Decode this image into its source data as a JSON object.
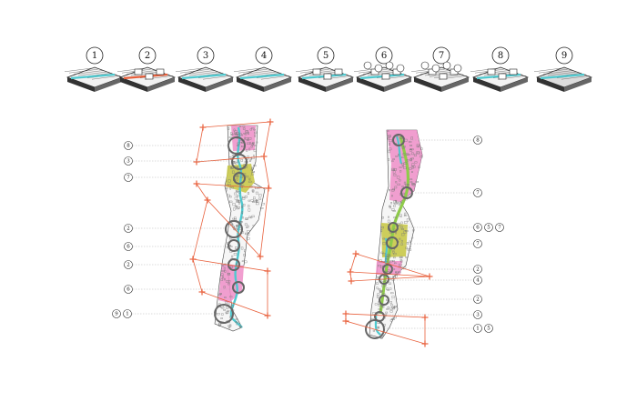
{
  "palette": {
    "pink": "#ef8ec8",
    "yellow": "#c9c94a",
    "cyan": "#4fc9cf",
    "green": "#8fcb4a",
    "red": "#e8603c",
    "stroke": "#222222"
  },
  "header_labels": [
    "1",
    "2",
    "3",
    "4",
    "5",
    "6",
    "7",
    "8",
    "9"
  ],
  "left_strip": {
    "callouts": [
      {
        "labels": [
          "8"
        ]
      },
      {
        "labels": [
          "3"
        ]
      },
      {
        "labels": [
          "7"
        ]
      },
      {
        "labels": [
          "2"
        ]
      },
      {
        "labels": [
          "6"
        ]
      },
      {
        "labels": [
          "2"
        ]
      },
      {
        "labels": [
          "6"
        ]
      },
      {
        "labels": [
          "9",
          "1"
        ]
      }
    ]
  },
  "right_strip": {
    "callouts": [
      {
        "labels": [
          "8"
        ]
      },
      {
        "labels": [
          "7"
        ]
      },
      {
        "labels": [
          "6",
          "5",
          "7"
        ]
      },
      {
        "labels": [
          "7"
        ]
      },
      {
        "labels": [
          "2"
        ]
      },
      {
        "labels": [
          "4"
        ]
      },
      {
        "labels": [
          "2"
        ]
      },
      {
        "labels": [
          "3"
        ]
      },
      {
        "labels": [
          "1",
          "5"
        ]
      }
    ]
  }
}
